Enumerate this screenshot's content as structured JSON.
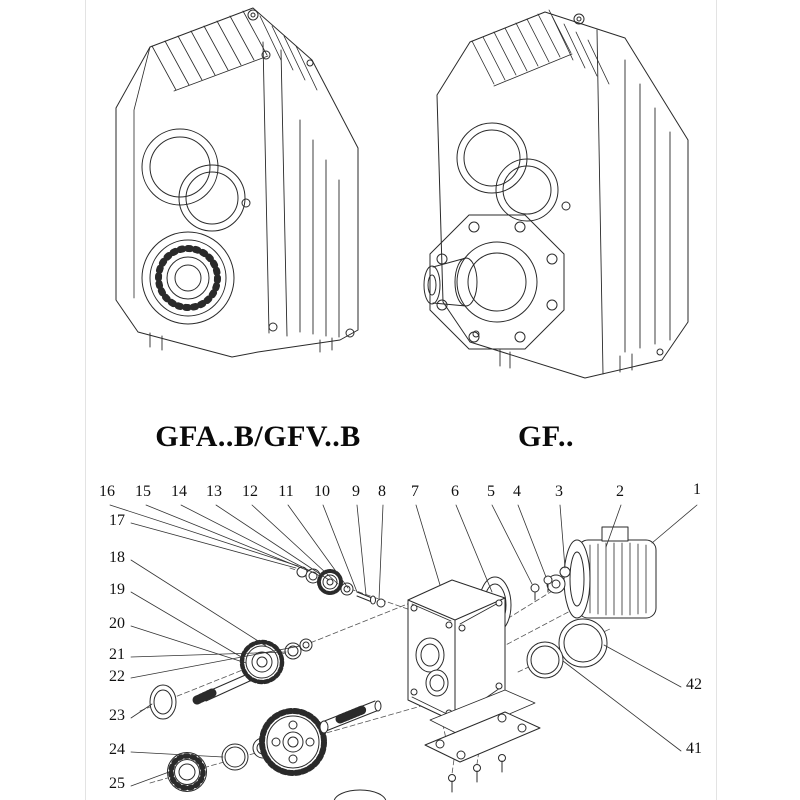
{
  "page": {
    "background": "#ffffff",
    "line_color": "#2a2a2a"
  },
  "models": {
    "left": {
      "label": "GFA..B/GFV..B"
    },
    "right": {
      "label": "GF.."
    }
  },
  "exploded": {
    "top": [
      "16",
      "15",
      "14",
      "13",
      "12",
      "11",
      "10",
      "9",
      "8",
      "7",
      "6",
      "5",
      "4",
      "3",
      "2",
      "1"
    ],
    "left": [
      "17",
      "18",
      "19",
      "20",
      "21",
      "22",
      "23",
      "24",
      "25"
    ],
    "right": [
      "42",
      "41"
    ]
  }
}
